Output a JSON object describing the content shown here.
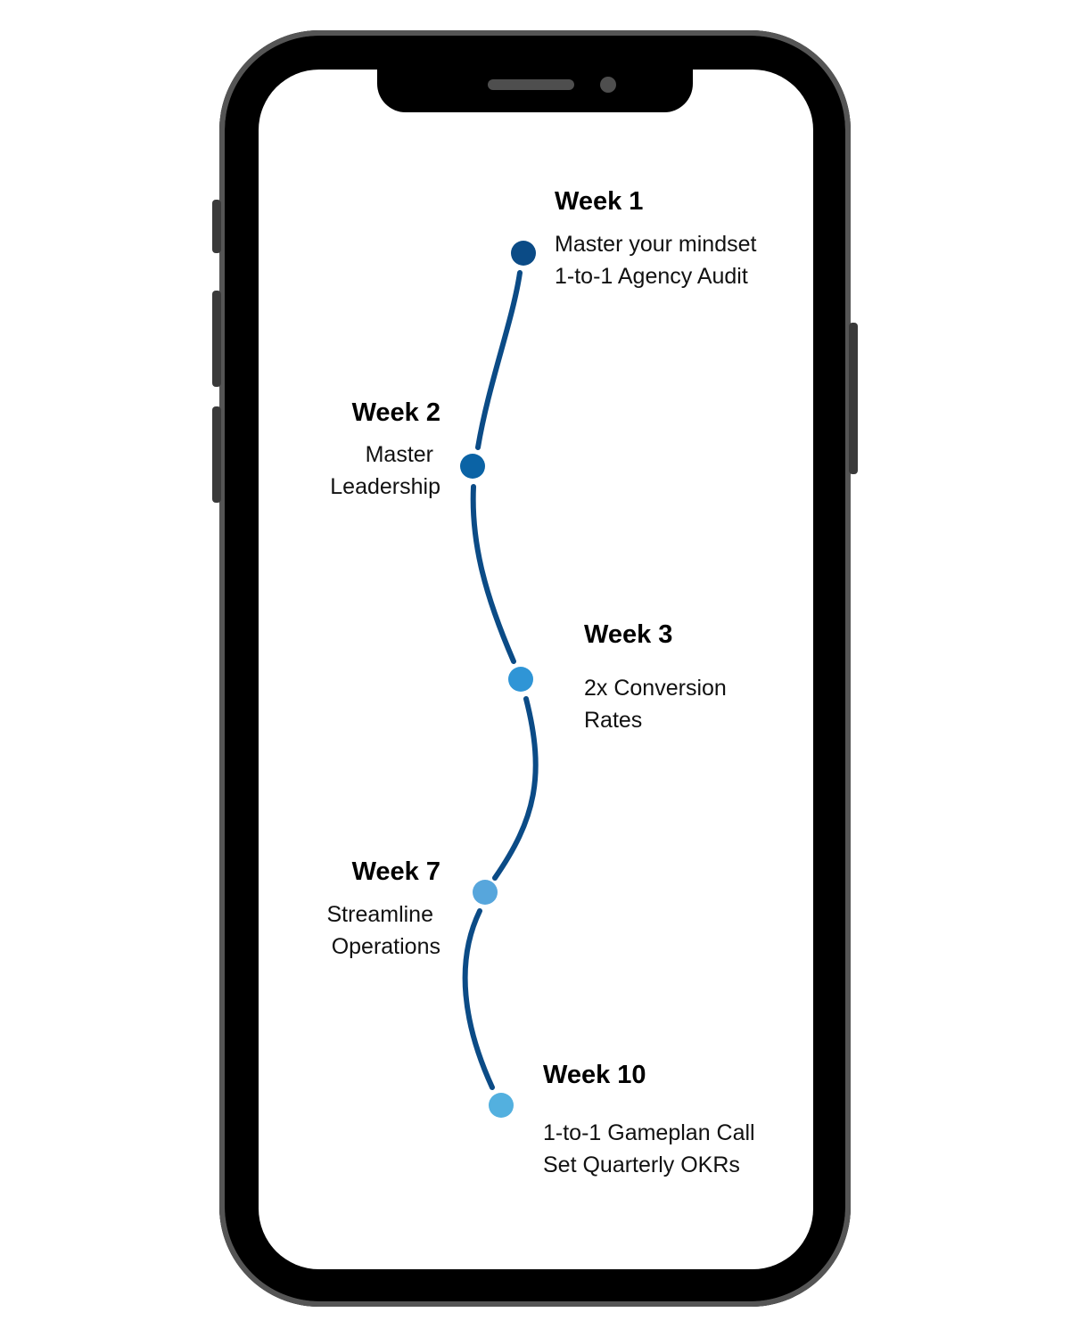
{
  "colors": {
    "path": "#0b4b86",
    "frame": "#000000",
    "frame_rim": "#555555",
    "screen": "#ffffff"
  },
  "timeline": [
    {
      "title": "Week 1",
      "lines": [
        "Master your mindset",
        "1-to-1 Agency Audit"
      ],
      "dot_color": "#0b4b86"
    },
    {
      "title": "Week 2",
      "lines": [
        "Master",
        "Leadership"
      ],
      "dot_color": "#0b63a5"
    },
    {
      "title": "Week 3",
      "lines": [
        "2x Conversion",
        "Rates"
      ],
      "dot_color": "#2f95d6"
    },
    {
      "title": "Week 7",
      "lines": [
        "Streamline",
        "Operations"
      ],
      "dot_color": "#57a6dc"
    },
    {
      "title": "Week 10",
      "lines": [
        "1-to-1 Gameplan Call",
        "Set Quarterly OKRs"
      ],
      "dot_color": "#53b0df"
    }
  ]
}
